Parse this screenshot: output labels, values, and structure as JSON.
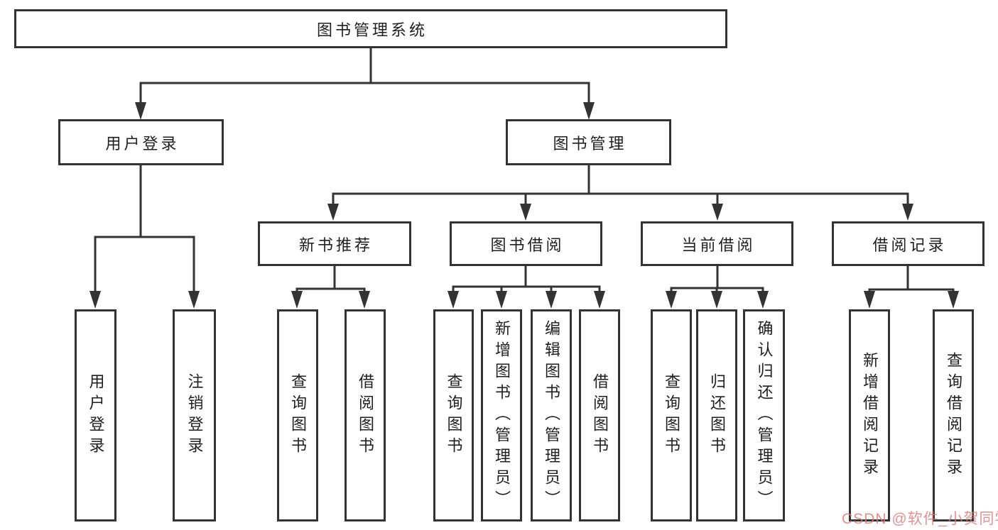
{
  "diagram": {
    "root": {
      "label": "图书管理系统"
    },
    "level2": [
      {
        "id": "user-login",
        "label": "用户登录"
      },
      {
        "id": "book-management",
        "label": "图书管理"
      }
    ],
    "level3": [
      {
        "id": "new-book-recommend",
        "label": "新书推荐"
      },
      {
        "id": "book-borrow",
        "label": "图书借阅"
      },
      {
        "id": "current-borrow",
        "label": "当前借阅"
      },
      {
        "id": "borrow-records",
        "label": "借阅记录"
      }
    ],
    "leaves": [
      {
        "id": "user-login-leaf",
        "label": "用户登录"
      },
      {
        "id": "logout-leaf",
        "label": "注销登录"
      },
      {
        "id": "query-books-recommend",
        "label": "查询图书"
      },
      {
        "id": "borrow-books-recommend",
        "label": "借阅图书"
      },
      {
        "id": "query-books-borrow",
        "label": "查询图书"
      },
      {
        "id": "add-books-admin",
        "label": "新增图书（管理员）"
      },
      {
        "id": "edit-books-admin",
        "label": "编辑图书（管理员）"
      },
      {
        "id": "borrow-books-borrow",
        "label": "借阅图书"
      },
      {
        "id": "query-books-current",
        "label": "查询图书"
      },
      {
        "id": "return-books",
        "label": "归还图书"
      },
      {
        "id": "confirm-return-admin",
        "label": "确认归还（管理员）"
      },
      {
        "id": "add-borrow-record",
        "label": "新增借阅记录"
      },
      {
        "id": "query-borrow-record",
        "label": "查询借阅记录"
      }
    ],
    "watermark": "CSDN @软件_小贺同学",
    "colors": {
      "line": "#333333",
      "box_border": "#333333",
      "text": "#1f1f1f",
      "watermark": "#e07474",
      "background": "#ffffff"
    }
  }
}
